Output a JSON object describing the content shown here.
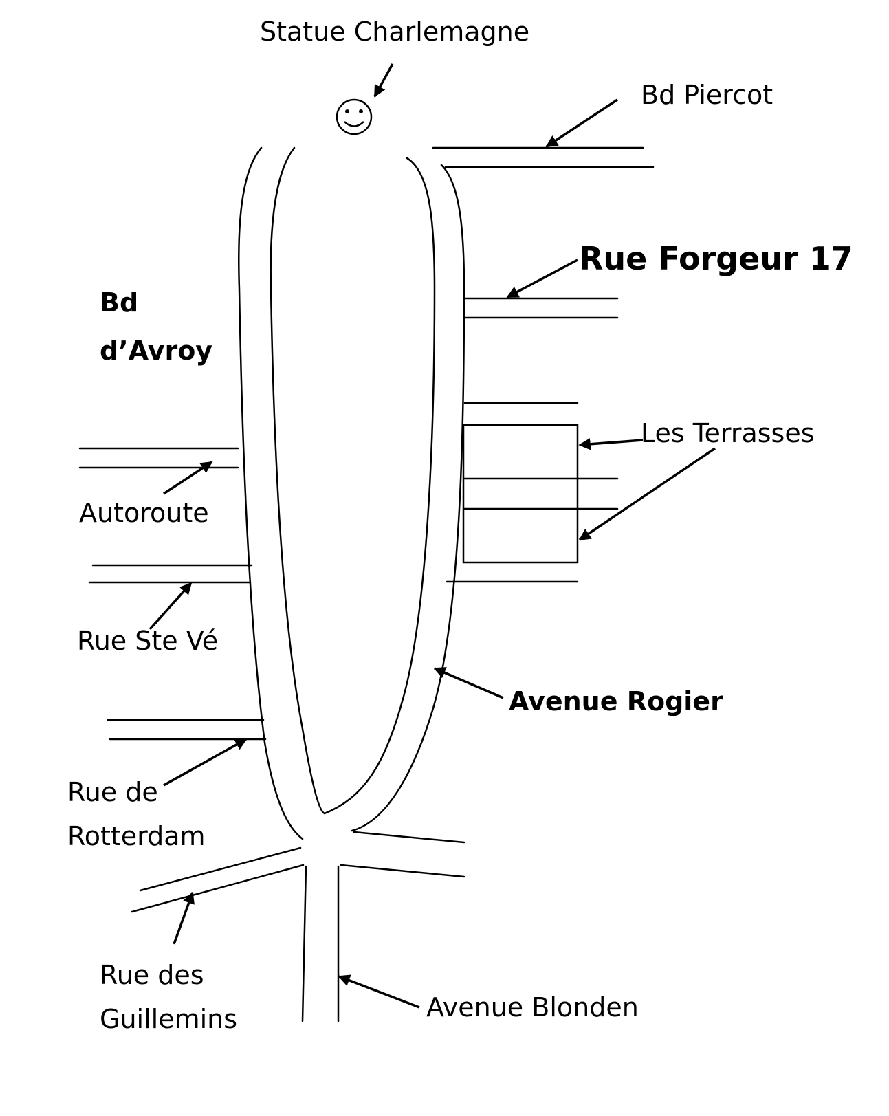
{
  "labels": {
    "statue": "Statue Charlemagne",
    "bd_piercot": "Bd Piercot",
    "rue_forgeur": "Rue Forgeur 17",
    "bd_avroy_line1": "Bd",
    "bd_avroy_line2": "d’Avroy",
    "les_terrasses": "Les Terrasses",
    "autoroute": "Autoroute",
    "rue_ste_ve": "Rue Ste Vé",
    "avenue_rogier": "Avenue Rogier",
    "rue_de_rotterdam_line1": "Rue de",
    "rue_de_rotterdam_line2": "Rotterdam",
    "rue_des_guillemins_line1": "Rue des",
    "rue_des_guillemins_line2": "Guillemins",
    "avenue_blonden": "Avenue Blonden"
  },
  "colors": {
    "ink": "#000000",
    "background": "#ffffff"
  },
  "icons": {
    "statue": "smiley-face-icon"
  }
}
